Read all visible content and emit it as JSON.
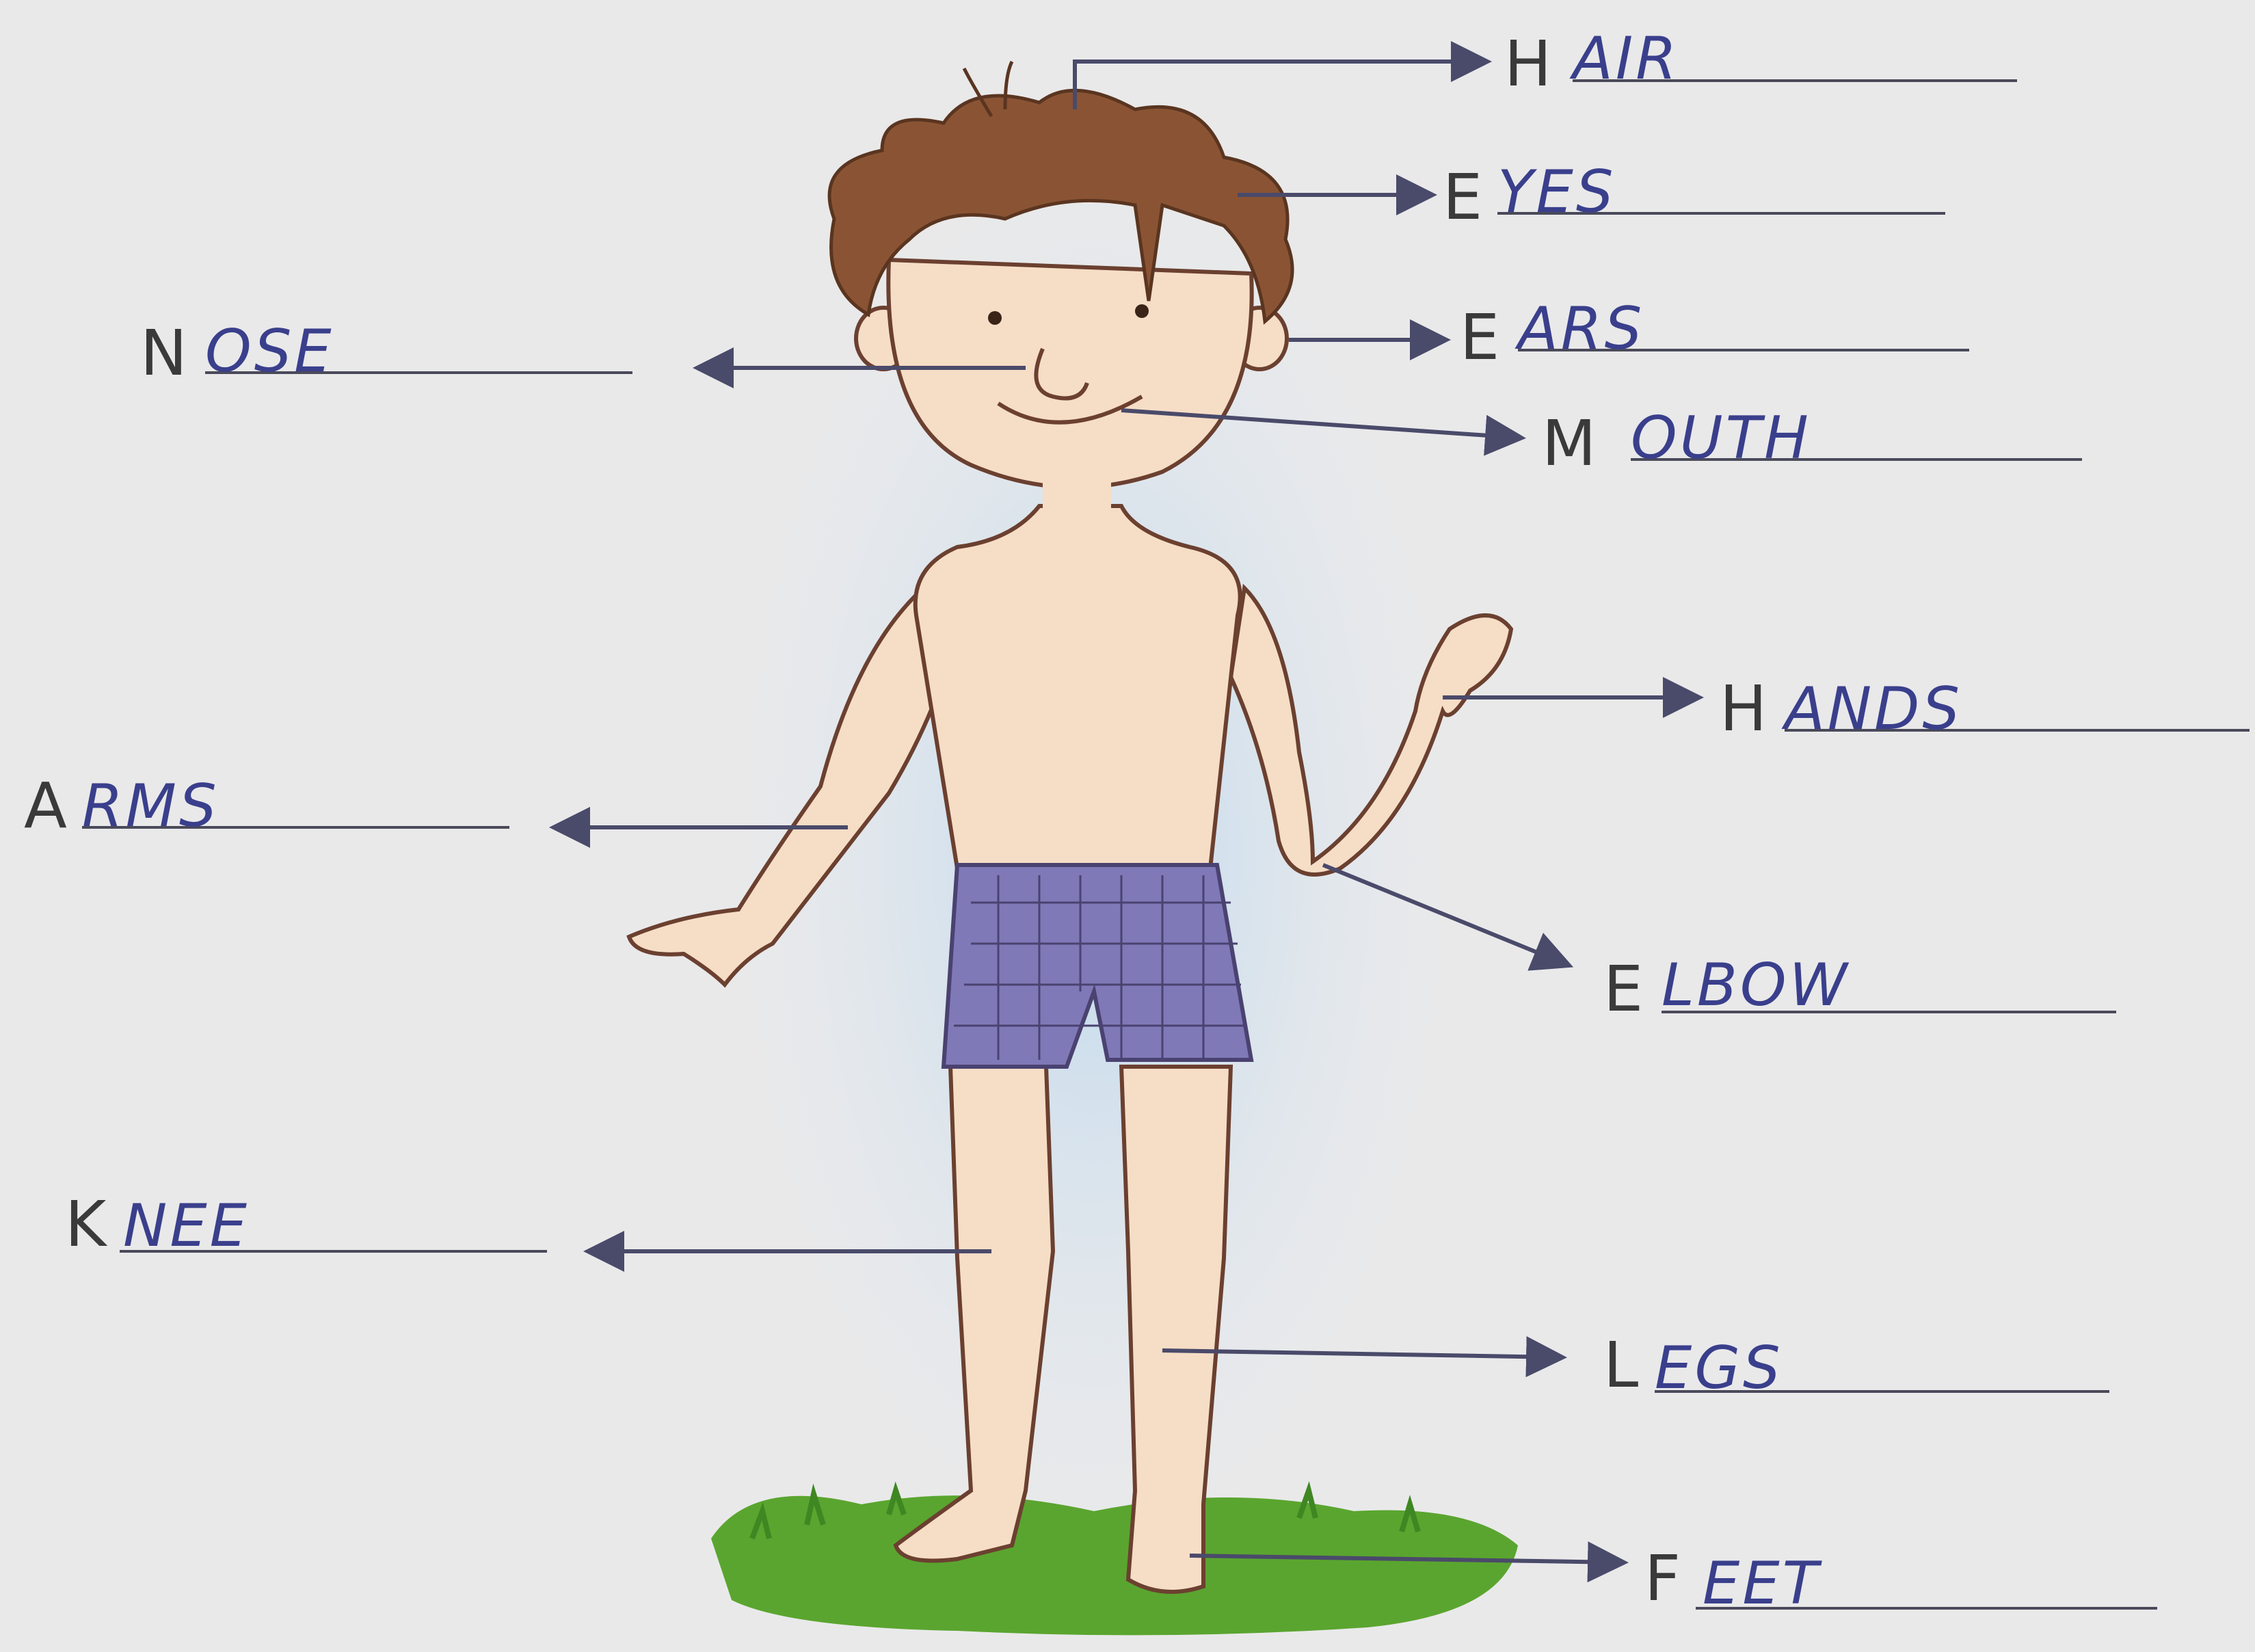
{
  "worksheet": {
    "labels": [
      {
        "id": "hair",
        "printed": "H",
        "written": "AIR"
      },
      {
        "id": "eyes",
        "printed": "E",
        "written": "YES"
      },
      {
        "id": "ears",
        "printed": "E",
        "written": "ARS"
      },
      {
        "id": "mouth",
        "printed": "M",
        "written": "OUTH"
      },
      {
        "id": "nose",
        "printed": "N",
        "written": "OSE"
      },
      {
        "id": "hands",
        "printed": "H",
        "written": "ANDS"
      },
      {
        "id": "arms",
        "printed": "A",
        "written": "RMS"
      },
      {
        "id": "elbow",
        "printed": "E",
        "written": "LBOW"
      },
      {
        "id": "knee",
        "printed": "K",
        "written": "NEE"
      },
      {
        "id": "legs",
        "printed": "L",
        "written": "EGS"
      },
      {
        "id": "feet",
        "printed": "F",
        "written": "EET"
      }
    ]
  },
  "colors": {
    "paper": "#e9e9ea",
    "ink_printed": "#3a3a3a",
    "ink_handwritten": "#3a3f8c",
    "hair": "#8a5434",
    "skin": "#f6ddc6",
    "shorts": "#8079b8",
    "grass": "#5aa52f",
    "sky_wash": "#c9deef"
  }
}
